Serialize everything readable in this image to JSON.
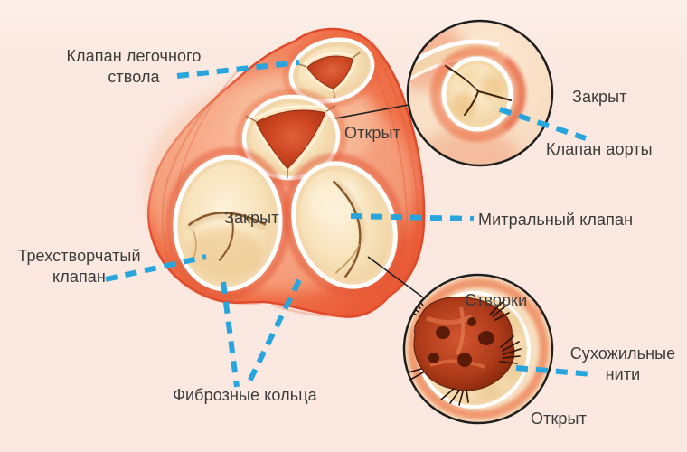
{
  "figure": {
    "labels": {
      "pulmonary_valve": {
        "line1": "Клапан легочного",
        "line2": "ствола"
      },
      "open_top": "Открыт",
      "closed_inset": "Закрыт",
      "aortic_valve": "Клапан аорты",
      "mitral_valve": "Митральный клапан",
      "closed_tricuspid": "Закрыт",
      "tricuspid_valve": {
        "line1": "Трехстворчатый",
        "line2": "клапан"
      },
      "fibrous_rings": "Фиброзные кольца",
      "cusps": "Створки",
      "tendinous_cords": {
        "line1": "Сухожильные",
        "line2": "нити"
      },
      "open_bottom": "Открыт"
    },
    "palette": {
      "background": "#fbe9e1",
      "label_text": "#3b3b3b",
      "leader_dash_blue": "#29a5de",
      "connector_black": "#1f1f1f",
      "heart_edge_red": "#e95834",
      "heart_mid_orange": "#f28663",
      "heart_highlight": "#f9bc9e",
      "valve_cream": "#f6dfb6",
      "valve_ring_white": "#ffffff",
      "open_valve_red": "#c03a1d",
      "orifice_dark": "#7e2408",
      "chordae_dark": "#2e1004",
      "inset_border": "#1e1e1e"
    }
  }
}
